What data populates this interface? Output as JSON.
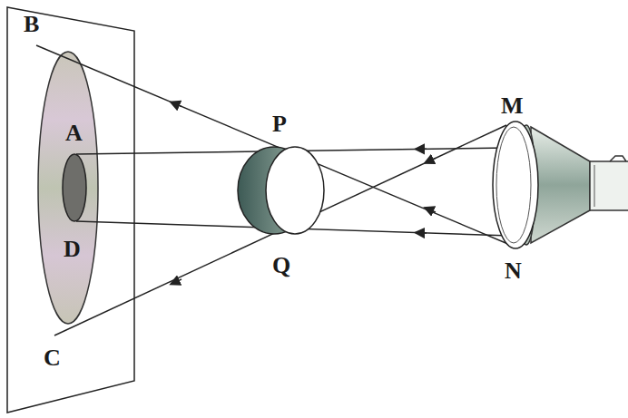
{
  "diagram": {
    "labels": [
      "B",
      "P",
      "M",
      "A",
      "D",
      "Q",
      "N",
      "C"
    ]
  }
}
